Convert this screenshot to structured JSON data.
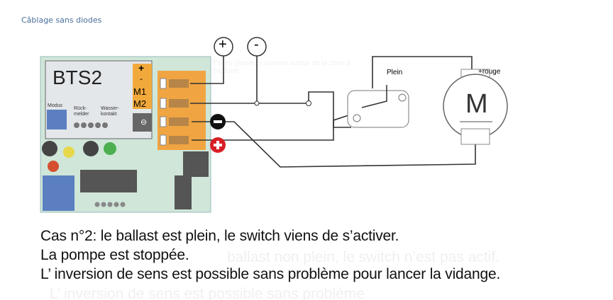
{
  "title": "Câblage sans diodes",
  "board": {
    "name": "BTS2",
    "terminals": [
      "+",
      "-",
      "M1",
      "M2"
    ],
    "labels": {
      "modus": "Modus",
      "rueck": "Rück-\nmelder",
      "wasser": "Wasser-\nkontakt"
    }
  },
  "diagram": {
    "plus_symbol": "+",
    "minus_symbol": "-",
    "switch_label": "Plein",
    "motor_label": "M",
    "motor_polarity": "+rouge"
  },
  "caption": {
    "line1": "Cas n°2: le ballast est plein, le switch viens de s’activer.",
    "line2": "La pompe est stoppée.",
    "line3": "L’ inversion de sens est possible sans problème pour lancer la vidange."
  },
  "ghost": {
    "line1": "ballast non plein, le switch n’est pas actif.",
    "line2": "L’ inversion de sens est possible sans problème",
    "hint": "Faites glisser le curseur autour de la zone à capturer."
  }
}
